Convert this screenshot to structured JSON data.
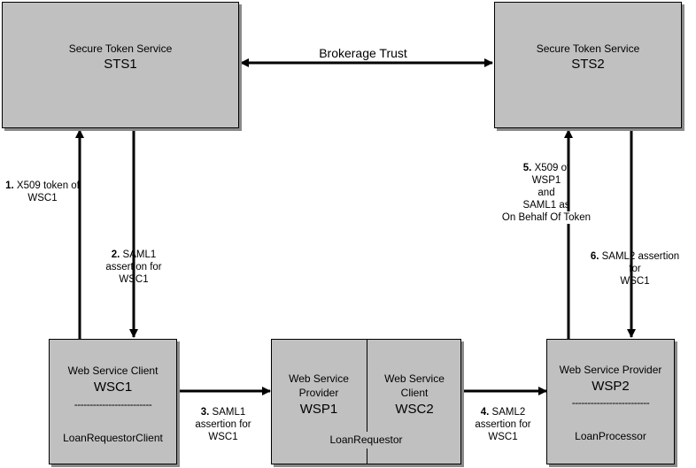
{
  "sts1": {
    "line1": "Secure Token Service",
    "line2": "STS1"
  },
  "sts2": {
    "line1": "Secure Token Service",
    "line2": "STS2"
  },
  "trust_label": "Brokerage Trust",
  "wsc1": {
    "line1": "Web Service Client",
    "line2": "WSC1",
    "separator": "-------------------------",
    "line3": "LoanRequestorClient"
  },
  "loanrequestor": {
    "left_line1": "Web Service",
    "left_line2": "Provider",
    "left_line3": "WSP1",
    "right_line1": "Web Service",
    "right_line2": "Client",
    "right_line3": "WSC2",
    "bottom": "LoanRequestor"
  },
  "wsp2": {
    "line1": "Web Service Provider",
    "line2": "WSP2",
    "separator": "-------------------------",
    "line3": "LoanProcessor"
  },
  "steps": {
    "s1": {
      "num": "1.",
      "text1": "X509 token of",
      "text2": "WSC1"
    },
    "s2": {
      "num": "2.",
      "text1": "SAML1",
      "text2": "assertion for",
      "text3": "WSC1"
    },
    "s3": {
      "num": "3.",
      "text1": "SAML1",
      "text2": "assertion for",
      "text3": "WSC1"
    },
    "s4": {
      "num": "4.",
      "text1": "SAML2",
      "text2": "assertion for",
      "text3": "WSC1"
    },
    "s5": {
      "num": "5.",
      "text1": "X509 of",
      "text2": "WSP1",
      "text3": "and",
      "text4": "SAML1 as",
      "text5": "On Behalf Of Token"
    },
    "s6": {
      "num": "6.",
      "text1": "SAML2 assertion",
      "text2": "for",
      "text3": "WSC1"
    }
  }
}
